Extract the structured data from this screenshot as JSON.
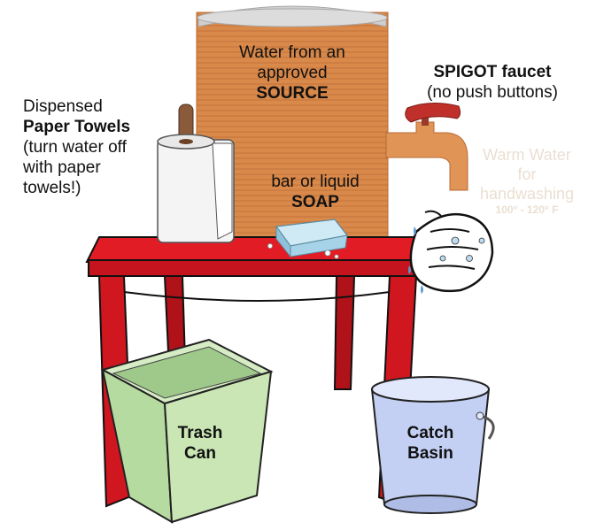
{
  "colors": {
    "barrel": "#d9894a",
    "barrel_lid": "#c9c9c9",
    "table": "#d0161f",
    "trash_can": "#bfe0a8",
    "basin": "#bccaf0",
    "faucet_handle": "#c0302a",
    "soap": "#bfe4f2"
  },
  "labels": {
    "source": {
      "line1": "Water from an",
      "line2": "approved",
      "line3": "SOURCE"
    },
    "spigot": {
      "title": "SPIGOT faucet",
      "subtitle": "(no push buttons)"
    },
    "towels": {
      "line1": "Dispensed",
      "line2": "Paper Towels",
      "line3": "(turn water off",
      "line4": "with paper",
      "line5": "towels!)"
    },
    "soap": {
      "line1": "bar or liquid",
      "line2": "SOAP"
    },
    "warm_water": {
      "line1": "Warm Water",
      "line2": "for",
      "line3": "handwashing",
      "line4": "100° - 120° F"
    },
    "trash": {
      "line1": "Trash",
      "line2": "Can"
    },
    "basin": {
      "line1": "Catch",
      "line2": "Basin"
    }
  }
}
